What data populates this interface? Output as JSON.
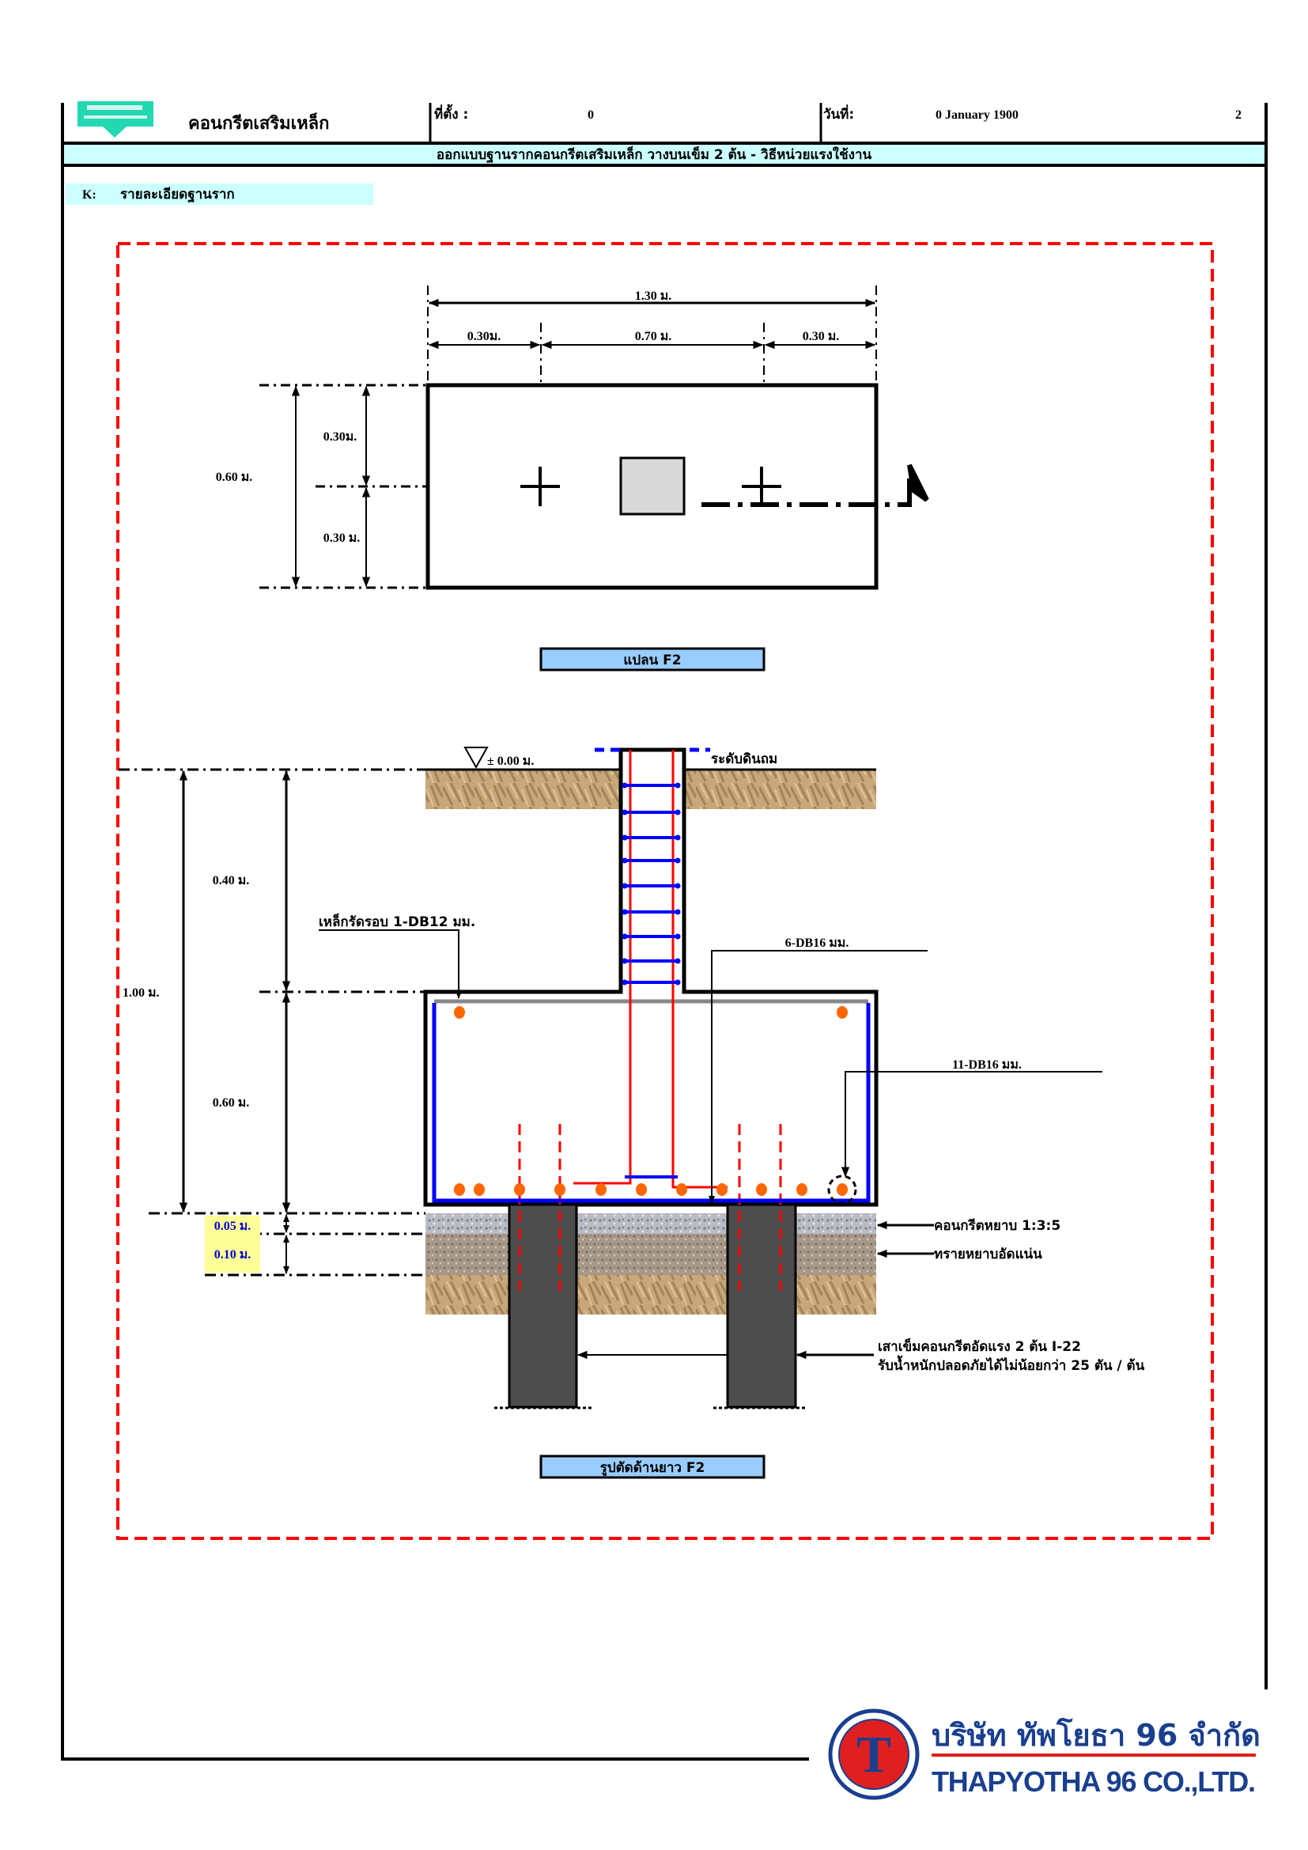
{
  "header": {
    "title": "คอนกรีตเสริมเหล็ก",
    "location_label": "ที่ตั้ง :",
    "location_value": "0",
    "date_label": "วันที่:",
    "date_value": "0 January 1900",
    "page_number": "2",
    "banner": "ออกแบบฐานรากคอนกรีตเสริมเหล็ก วางบนเข็ม  2 ต้น - วิธีหน่วยแรงใช้งาน"
  },
  "section_tag": {
    "code": "K:",
    "label": "รายละเอียดฐานราก"
  },
  "plan": {
    "total_width": "1.30 ม.",
    "left_edge": "0.30ม.",
    "pile_spacing": "0.70 ม.",
    "right_edge": "0.30 ม.",
    "total_depth": "0.60 ม.",
    "top_half": "0.30ม.",
    "bottom_half": "0.30 ม.",
    "caption": "แปลน F2"
  },
  "section": {
    "ground_level": "± 0.00 ม.",
    "fill_level_label": "ระดับดินถม",
    "total_height": "1.00 ม.",
    "column_height": "0.40 ม.",
    "footing_thickness": "0.60 ม.",
    "lean_thickness": "0.05 ม.",
    "sand_thickness": "0.10 ม.",
    "stirrup_label": "เหล็กรัดรอบ 1-DB12 มม.",
    "column_bars_label": "6-DB16 มม.",
    "bottom_bars_label": "11-DB16 มม.",
    "lean_concrete_label": "คอนกรีตหยาบ 1:3:5",
    "sand_label": "ทรายหยาบอัดแน่น",
    "pile_label_1": "เสาเข็มคอนกรีตอัดแรง 2 ต้น I-22",
    "pile_label_2": "รับน้ำหนักปลอดภัยได้ไม่น้อยกว่า 25 ตัน / ต้น",
    "caption": "รูปตัดด้านยาว F2"
  },
  "company": {
    "name_th": "บริษัท ทัพโยธา 96 จำกัด",
    "name_en": "THAPYOTHA 96 CO.,LTD.",
    "monogram": "T"
  },
  "colors": {
    "banner": "#ccffff",
    "caption_fill": "#99ccff",
    "frame_red": "#ff0000",
    "rebar_blue": "#0000ff",
    "bar_orange": "#ff6600",
    "pile": "#4d4d4d",
    "yellow_label": "#ffff99",
    "logo_blue": "#1a3f8f",
    "logo_red": "#e02020"
  }
}
